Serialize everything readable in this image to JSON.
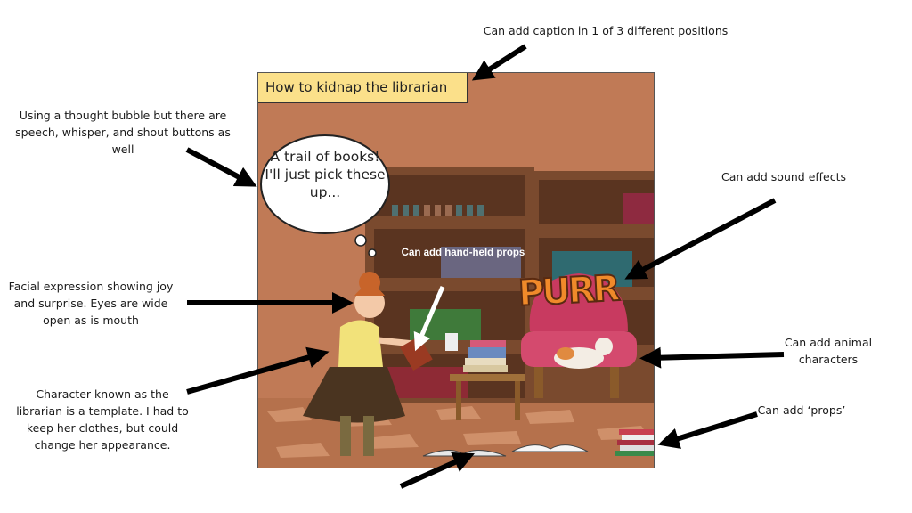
{
  "panel": {
    "caption": "How to kidnap the librarian",
    "thought_bubble": "A trail of books! I'll just pick these up...",
    "sound_effect": "PURR",
    "inner_annotation": "Can add hand-held props",
    "colors": {
      "wall": "#c07a56",
      "caption_bg": "#fbe08a",
      "chair": "#d44a6e",
      "sfx": "#f08a2a"
    }
  },
  "annotations": {
    "caption_positions": "Can add caption in 1 of 3 different positions",
    "thought_bubble": "Using a thought bubble but there are speech, whisper, and shout buttons as well",
    "facial_expression": "Facial expression showing joy and surprise. Eyes are wide open as is mouth",
    "character_template": "Character known as the librarian is a template. I had to keep her clothes, but could change her appearance.",
    "sound_effects": "Can add sound effects",
    "animal_characters": "Can add animal characters",
    "props": "Can add ‘props’"
  }
}
